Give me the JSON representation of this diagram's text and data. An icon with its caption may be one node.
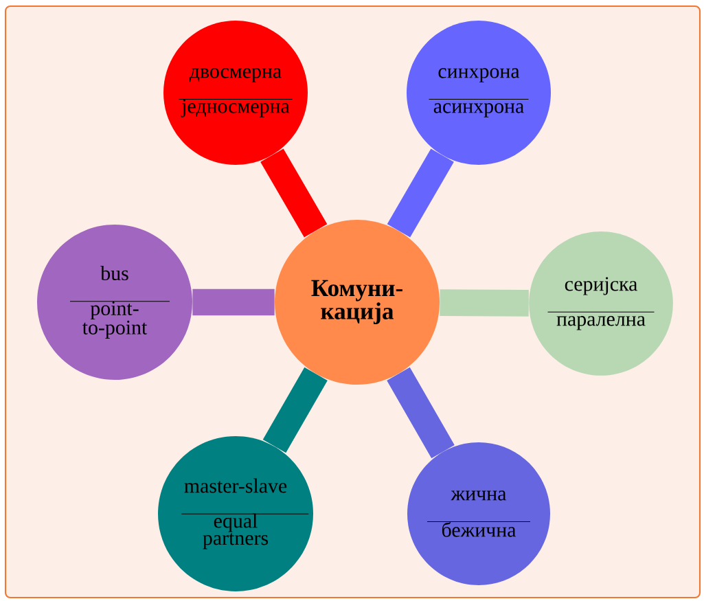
{
  "diagram": {
    "nodes": [
      {
        "text": [
          "Комуни-кација"
        ]
      },
      {
        "text": [
          "двосмерна",
          "једносмерна"
        ]
      },
      {
        "text": [
          "синхрона",
          "асинхрона"
        ]
      },
      {
        "text": [
          "bus",
          "point-to-point"
        ]
      },
      {
        "text": [
          "серијска",
          "паралелна"
        ]
      },
      {
        "text": [
          "master-slave",
          "equal partners"
        ]
      },
      {
        "text": [
          "жична",
          "бежична"
        ]
      }
    ],
    "edges": [
      {
        "from": 0,
        "to": 1,
        "arrow": "none",
        "color": "#ff0000"
      },
      {
        "from": 0,
        "to": 2,
        "arrow": "none",
        "color": "#6666ff"
      },
      {
        "from": 0,
        "to": 3,
        "arrow": "none",
        "color": "#a066c0"
      },
      {
        "from": 0,
        "to": 4,
        "arrow": "none",
        "color": "#b8d8b4"
      },
      {
        "from": 0,
        "to": 5,
        "arrow": "none",
        "color": "#008080"
      },
      {
        "from": 0,
        "to": 6,
        "arrow": "none",
        "color": "#6666e0"
      }
    ]
  }
}
